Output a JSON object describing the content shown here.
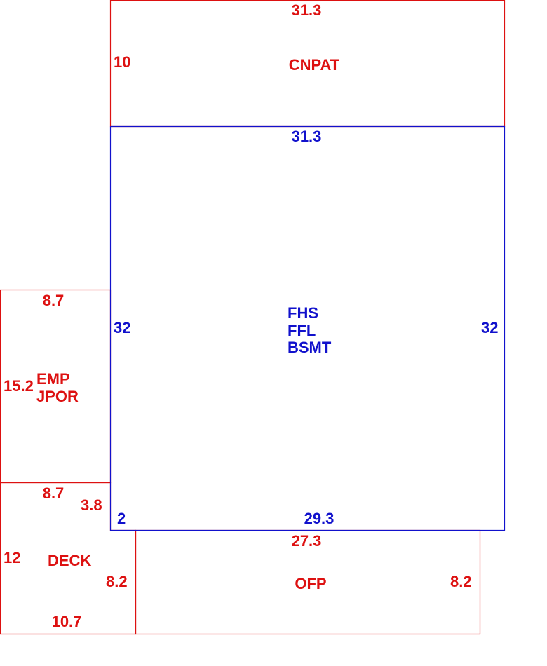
{
  "colors": {
    "main": "#1111cc",
    "accessory": "#dd1111"
  },
  "areas": {
    "cnpat": {
      "label": "CNPAT",
      "top": "31.3",
      "left": "10"
    },
    "main": {
      "line1": "FHS",
      "line2": "FFL",
      "line3": "BSMT",
      "top": "31.3",
      "left": "32",
      "right": "32",
      "bottom": "29.3",
      "bottom_left": "2"
    },
    "empjpor": {
      "line1": "EMP",
      "line2": "JPOR",
      "top": "8.7",
      "left": "15.2"
    },
    "deck": {
      "label": "DECK",
      "top": "8.7",
      "right_upper": "3.8",
      "right_lower": "8.2",
      "left": "12",
      "bottom": "10.7"
    },
    "ofp": {
      "label": "OFP",
      "top": "27.3",
      "left": "8.2",
      "right": "8.2"
    }
  }
}
